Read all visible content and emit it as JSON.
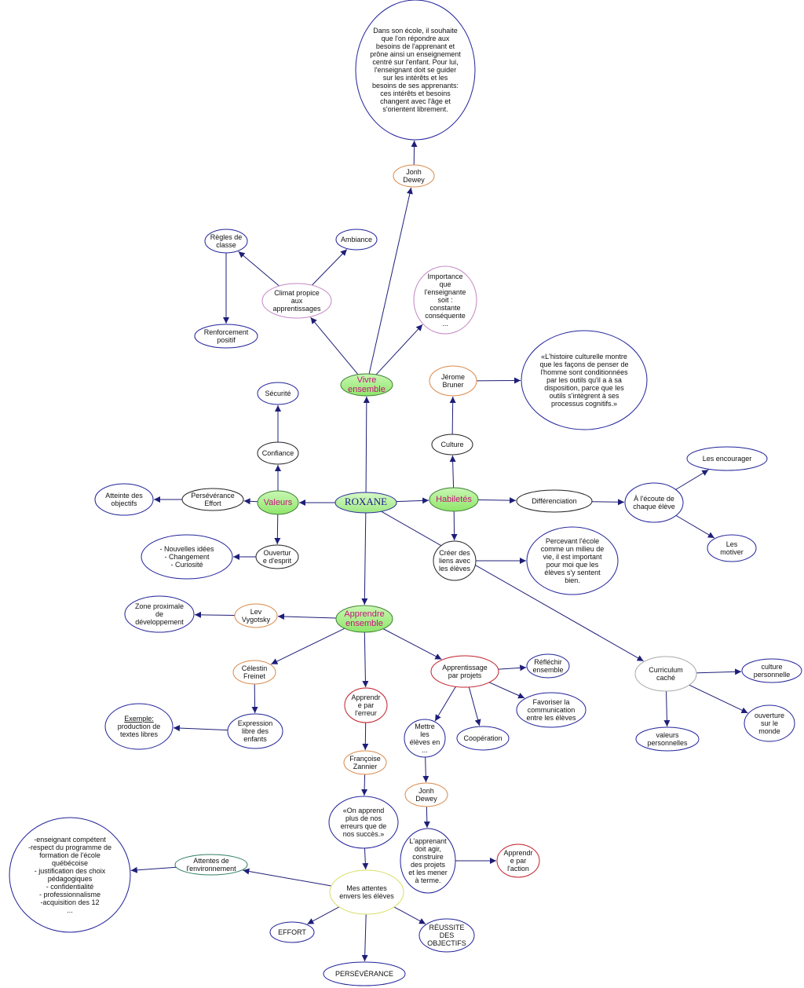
{
  "colors": {
    "edge": "#1e1e78",
    "node_border_default": "#22229a",
    "node_border_orange": "#d9894a",
    "node_border_pink": "#c487c4",
    "node_border_black": "#222222",
    "node_border_red": "#c0202a",
    "node_border_teal": "#2f7f5f",
    "node_border_gray": "#aaaaaa",
    "node_border_yellow": "#d8df6a",
    "green_fill": "#a6ef86",
    "green_text": "#c8127f",
    "center_fill": "#b7f0a0"
  },
  "nodes": [
    {
      "id": "roxane",
      "lines": [
        "ROXANE"
      ],
      "style": "center"
    },
    {
      "id": "vivre",
      "lines": [
        "Vivre",
        "ensemble"
      ],
      "style": "green"
    },
    {
      "id": "valeurs",
      "lines": [
        "Valeurs"
      ],
      "style": "green"
    },
    {
      "id": "habiletes",
      "lines": [
        "Habiletés"
      ],
      "style": "green"
    },
    {
      "id": "apprendre",
      "lines": [
        "Apprendre",
        "ensemble"
      ],
      "style": "green"
    },
    {
      "id": "dewey_quote",
      "lines": [
        "Dans son école, il souhaite",
        "que l'on répondre aux",
        "besoins de l'apprenant et",
        "prône ainsi un enseignement",
        "centré sur l'enfant.  Pour lui,",
        "l'enseignant doit se guider",
        "sur les intérêts et les",
        "besoins de ses apprenants:",
        "ces intérêts et besoins",
        "changent avec l'âge et",
        "s'orientent librement."
      ],
      "style": "default"
    },
    {
      "id": "dewey1",
      "lines": [
        "Jonh",
        "Dewey"
      ],
      "style": "orange"
    },
    {
      "id": "regles",
      "lines": [
        "Règles de",
        "classe"
      ],
      "style": "default"
    },
    {
      "id": "ambiance",
      "lines": [
        "Ambiance"
      ],
      "style": "default"
    },
    {
      "id": "climat",
      "lines": [
        "Climat propice",
        "aux",
        "apprentissages"
      ],
      "style": "pink"
    },
    {
      "id": "renforcement",
      "lines": [
        "Renforcement",
        "positif"
      ],
      "style": "default"
    },
    {
      "id": "importance",
      "lines": [
        "Importance",
        "que",
        "l'enseignante",
        "soit :",
        "constante",
        "conséquente",
        "..."
      ],
      "style": "pink"
    },
    {
      "id": "bruner",
      "lines": [
        "Jérome",
        "Bruner"
      ],
      "style": "orange"
    },
    {
      "id": "bruner_quote",
      "lines": [
        "«L'histoire culturelle montre",
        "que les façons de penser de",
        "l'homme sont conditionnées",
        "par les outils qu'il a à sa",
        "disposition, parce que les",
        "outils s'intègrent à ses",
        "processus cognitifs.»"
      ],
      "style": "default"
    },
    {
      "id": "culture",
      "lines": [
        "Culture"
      ],
      "style": "black"
    },
    {
      "id": "securite",
      "lines": [
        "Sécurité"
      ],
      "style": "default"
    },
    {
      "id": "confiance",
      "lines": [
        "Confiance"
      ],
      "style": "black"
    },
    {
      "id": "atteinte",
      "lines": [
        "Atteinte des",
        "objectifs"
      ],
      "style": "default"
    },
    {
      "id": "perseverance_effort",
      "lines": [
        "Persévérance",
        "Effort"
      ],
      "style": "black"
    },
    {
      "id": "nouvelles",
      "lines": [
        "- Nouvelles idées",
        "- Changement",
        "- Curiosité"
      ],
      "style": "default"
    },
    {
      "id": "ouverture_esprit",
      "lines": [
        "Ouvertur",
        "e d'esprit"
      ],
      "style": "black"
    },
    {
      "id": "differenciation",
      "lines": [
        "Différenciation"
      ],
      "style": "black"
    },
    {
      "id": "ecoute",
      "lines": [
        "À l'écoute de",
        "chaque élève"
      ],
      "style": "default"
    },
    {
      "id": "encourager",
      "lines": [
        "Les encourager"
      ],
      "style": "default"
    },
    {
      "id": "motiver",
      "lines": [
        "Les",
        "motiver"
      ],
      "style": "default"
    },
    {
      "id": "creer_liens",
      "lines": [
        "Créer des",
        "liens avec",
        "les élèves"
      ],
      "style": "black"
    },
    {
      "id": "percevant",
      "lines": [
        "Percevant l'école",
        "comme un milieu de",
        "vie, il est important",
        "pour moi que les",
        "élèves s'y sentent",
        "bien."
      ],
      "style": "default"
    },
    {
      "id": "zone",
      "lines": [
        "Zone proximale",
        "de",
        "développement"
      ],
      "style": "default"
    },
    {
      "id": "vygotsky",
      "lines": [
        "Lev",
        "Vygotsky"
      ],
      "style": "orange"
    },
    {
      "id": "freinet",
      "lines": [
        "Célestin",
        "Freinet"
      ],
      "style": "orange"
    },
    {
      "id": "exemple",
      "lines": [
        "Exemple:",
        "production de",
        "textes libres"
      ],
      "style": "default",
      "underline_first": true
    },
    {
      "id": "expression",
      "lines": [
        "Expression",
        "libre des",
        "enfants"
      ],
      "style": "default"
    },
    {
      "id": "erreur",
      "lines": [
        "Apprendr",
        "e par",
        "l'erreur"
      ],
      "style": "red"
    },
    {
      "id": "zannier",
      "lines": [
        "Françoise",
        "Zannier"
      ],
      "style": "orange"
    },
    {
      "id": "on_apprend",
      "lines": [
        "«On apprend",
        "plus de nos",
        "erreurs que de",
        "nos succès.»"
      ],
      "style": "default"
    },
    {
      "id": "projets",
      "lines": [
        "Apprentissage",
        "par projets"
      ],
      "style": "red"
    },
    {
      "id": "reflechir",
      "lines": [
        "Réfléchir",
        "ensemble"
      ],
      "style": "default"
    },
    {
      "id": "favoriser",
      "lines": [
        "Favoriser la",
        "communication",
        "entre les élèves"
      ],
      "style": "default"
    },
    {
      "id": "cooperation",
      "lines": [
        "Coopération"
      ],
      "style": "default"
    },
    {
      "id": "mettre",
      "lines": [
        "Mettre",
        "les",
        "élèves en",
        "..."
      ],
      "style": "default"
    },
    {
      "id": "dewey2",
      "lines": [
        "Jonh",
        "Dewey"
      ],
      "style": "orange"
    },
    {
      "id": "apprenant_agir",
      "lines": [
        "L'apprenant",
        "doit agir,",
        "construire",
        "des projets",
        "et les mener",
        "à terme."
      ],
      "style": "default"
    },
    {
      "id": "action",
      "lines": [
        "Apprendr",
        "e par",
        "l'action"
      ],
      "style": "red"
    },
    {
      "id": "curriculum",
      "lines": [
        "Curriculum",
        "caché"
      ],
      "style": "gray"
    },
    {
      "id": "culture_perso",
      "lines": [
        "culture",
        "personnelle"
      ],
      "style": "default"
    },
    {
      "id": "valeurs_perso",
      "lines": [
        "valeurs",
        "personnelles"
      ],
      "style": "default"
    },
    {
      "id": "ouverture_monde",
      "lines": [
        "ouverture",
        "sur le",
        "monde"
      ],
      "style": "default"
    },
    {
      "id": "attentes_env",
      "lines": [
        "Attentes de",
        "l'environnement"
      ],
      "style": "teal"
    },
    {
      "id": "enseignant_comp",
      "lines": [
        "-enseignant compétent",
        "-respect du programme de",
        "formation de l'école",
        "québécoise",
        "- justification des choix",
        "pédagogiques",
        "-  confidentialité",
        "- professionnalisme",
        "-acquisition des 12",
        "..."
      ],
      "style": "default"
    },
    {
      "id": "mes_attentes",
      "lines": [
        "Mes attentes",
        "envers les élèves"
      ],
      "style": "yellow"
    },
    {
      "id": "effort",
      "lines": [
        "EFFORT"
      ],
      "style": "default"
    },
    {
      "id": "reussite",
      "lines": [
        "RÉUSSITE",
        "DES",
        "OBJECTIFS"
      ],
      "style": "default"
    },
    {
      "id": "perseverance",
      "lines": [
        "PERSÉVÉRANCE"
      ],
      "style": "default"
    }
  ]
}
